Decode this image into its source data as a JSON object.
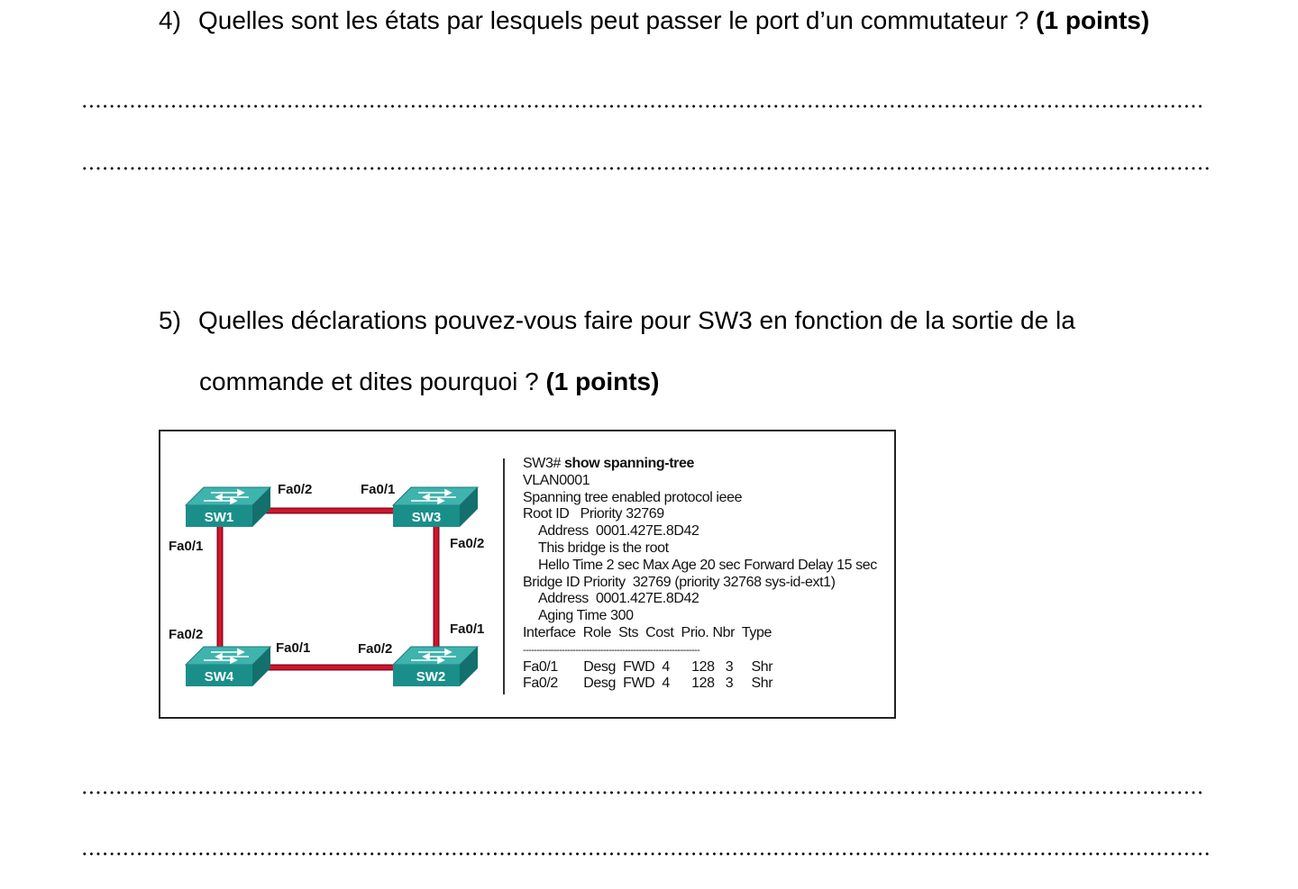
{
  "q4": {
    "number": "4)",
    "text": "Quelles sont les états par lesquels peut passer le port d’un commutateur ?",
    "points": "(1 points)"
  },
  "q5": {
    "number": "5)",
    "line1": "Quelles déclarations pouvez-vous faire pour SW3 en fonction de la sortie de la",
    "line2": "commande et dites pourquoi ?",
    "points": "(1 points)"
  },
  "topology": {
    "switches": [
      "SW1",
      "SW3",
      "SW4",
      "SW2"
    ],
    "port_labels": {
      "sw1_top": "Fa0/2",
      "sw3_top": "Fa0/1",
      "sw1_left": "Fa0/1",
      "sw3_right": "Fa0/2",
      "sw4_left": "Fa0/2",
      "sw2_right": "Fa0/1",
      "sw4_bottom": "Fa0/1",
      "sw2_bottom": "Fa0/2"
    },
    "colors": {
      "switch": "#1a8a86",
      "switch_top": "#2fa8a2",
      "link": "#c8102e"
    }
  },
  "cli": {
    "prompt": "SW3#",
    "command": "show spanning-tree",
    "vlan": "VLAN0001",
    "protocol": "Spanning tree enabled protocol ieee",
    "root_id": "Root ID   Priority 32769",
    "root_address": "Address  0001.427E.8D42",
    "root_note": "This bridge is the root",
    "timers": "Hello Time 2 sec Max Age 20 sec Forward Delay 15 sec",
    "bridge_id": "Bridge ID Priority  32769 (priority 32768 sys-id-ext1)",
    "bridge_address": "Address  0001.427E.8D42",
    "aging": "Aging Time 300",
    "header": "Interface  Role  Sts  Cost  Prio. Nbr  Type",
    "separator": "----------------------------------------------------------------",
    "rows": [
      "Fa0/1       Desg  FWD  4      128   3     Shr",
      "Fa0/2       Desg  FWD  4      128   3     Shr"
    ]
  }
}
